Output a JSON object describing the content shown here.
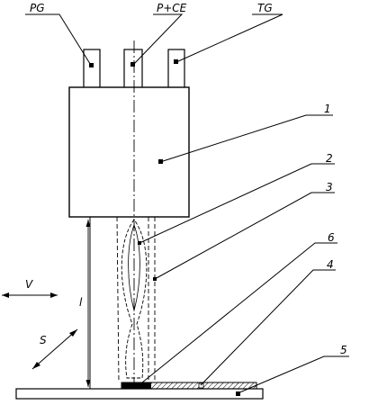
{
  "labels": {
    "pg": "PG",
    "pce": "P+CE",
    "tg": "TG",
    "n1": "1",
    "n2": "2",
    "n3": "3",
    "n4": "4",
    "n5": "5",
    "n6": "6",
    "v": "V",
    "s": "S",
    "l": "l"
  },
  "colors": {
    "stroke": "#000000",
    "background": "#ffffff"
  }
}
